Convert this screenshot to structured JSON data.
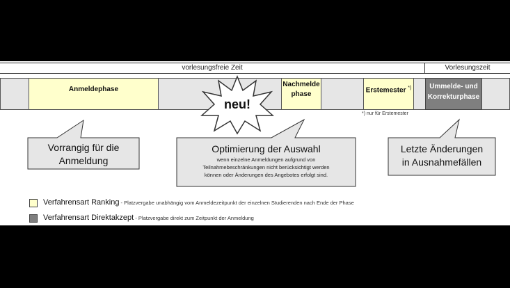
{
  "timeline": {
    "zone_free": "vorlesungsfreie Zeit",
    "zone_lecture": "Vorlesungszeit"
  },
  "phases": {
    "anmeldephase": "Anmeldephase",
    "nachmelde_line1": "Nachmelde",
    "nachmelde_line2": "phase",
    "erstemester": "Erstemester",
    "erstemester_mark": "*)",
    "ummelde_line1": "Ummelde- und",
    "ummelde_line2": "Korrekturphase"
  },
  "starburst": {
    "label": "neu!"
  },
  "footnote": "*) nur für Erstemester",
  "callouts": {
    "left": {
      "line1": "Vorrangig für die",
      "line2": "Anmeldung"
    },
    "middle": {
      "title": "Optimierung der Auswahl",
      "line1": "wenn einzelne Anmeldungen aufgrund von",
      "line2": "Teilnahmebeschränkungen nicht berücksichtigt werden",
      "line3": "können oder Änderungen des Angebotes  erfolgt sind."
    },
    "right": {
      "line1": "Letzte Änderungen",
      "line2": "in Ausnahmefällen"
    }
  },
  "legend": {
    "ranking": {
      "label": "Verfahrensart Ranking",
      "desc": " - Platzvergabe unabhängig vom Anmeldezeitpunkt der einzelnen Studierenden nach Ende der Phase"
    },
    "direkt": {
      "label": "Verfahrensart Direktakzept",
      "desc": " - Platzvergabe direkt zum Zeitpunkt der Anmeldung"
    }
  },
  "colors": {
    "ranking": "#ffffcc",
    "direkt": "#7f7f7f",
    "band": "#e6e6e6",
    "callout": "#e6e6e6"
  }
}
